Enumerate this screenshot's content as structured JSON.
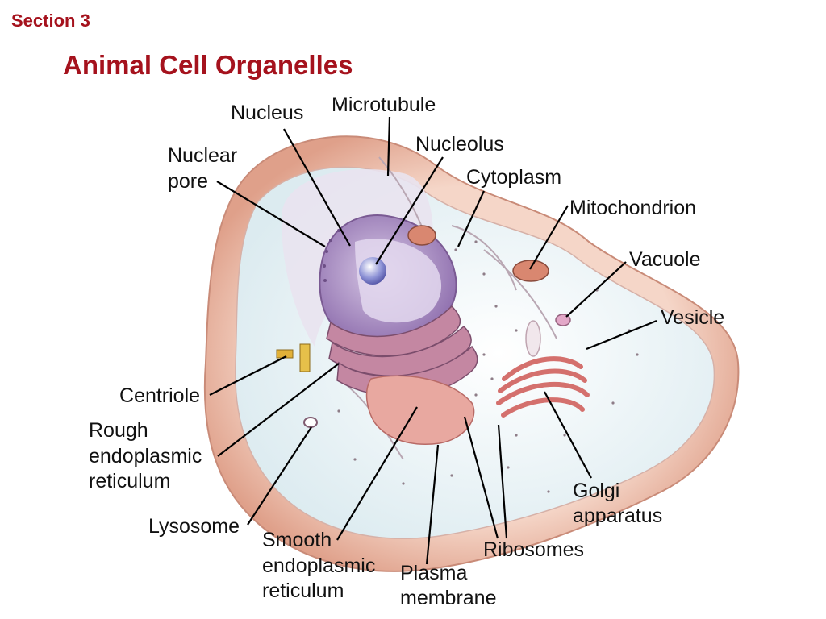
{
  "header": {
    "section_label": "Section 3",
    "title": "Animal Cell Organelles"
  },
  "labels": {
    "nucleus": "Nucleus",
    "microtubule": "Microtubule",
    "nuclear_pore_line1": "Nuclear",
    "nuclear_pore_line2": "pore",
    "nucleolus": "Nucleolus",
    "cytoplasm": "Cytoplasm",
    "mitochondrion": "Mitochondrion",
    "vacuole": "Vacuole",
    "vesicle": "Vesicle",
    "centriole": "Centriole",
    "rough_er_line1": "Rough",
    "rough_er_line2": "endoplasmic",
    "rough_er_line3": "reticulum",
    "lysosome": "Lysosome",
    "smooth_er_line1": "Smooth",
    "smooth_er_line2": "endoplasmic",
    "smooth_er_line3": "reticulum",
    "plasma_membrane_line1": "Plasma",
    "plasma_membrane_line2": "membrane",
    "ribosomes": "Ribosomes",
    "golgi_line1": "Golgi",
    "golgi_line2": "apparatus"
  },
  "colors": {
    "title": "#a5121d",
    "membrane": "#e9b6a0",
    "cytoplasm": "#eef6f7",
    "nucleus": "#b39acb",
    "organelle": "#d9838a"
  }
}
